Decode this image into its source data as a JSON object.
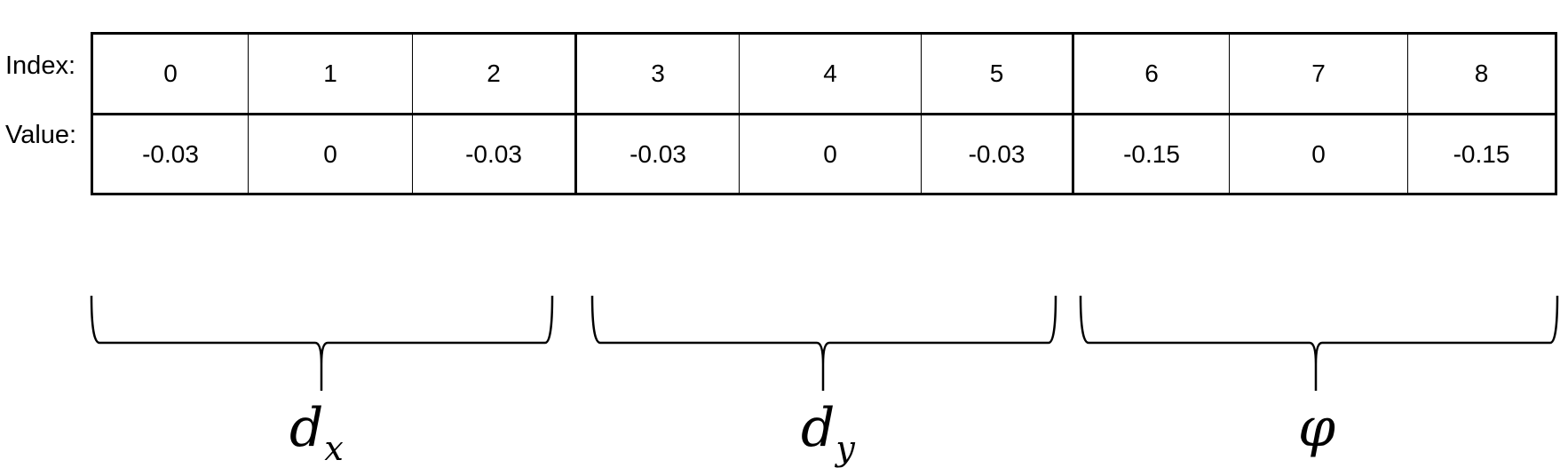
{
  "row_labels": {
    "index": "Index:",
    "value": "Value:"
  },
  "cells": [
    {
      "index": "0",
      "value": "-0.03"
    },
    {
      "index": "1",
      "value": "0"
    },
    {
      "index": "2",
      "value": "-0.03"
    },
    {
      "index": "3",
      "value": "-0.03"
    },
    {
      "index": "4",
      "value": "0"
    },
    {
      "index": "5",
      "value": "-0.03"
    },
    {
      "index": "6",
      "value": "-0.15"
    },
    {
      "index": "7",
      "value": "0"
    },
    {
      "index": "8",
      "value": "-0.15"
    }
  ],
  "groups": [
    {
      "symbol": "d",
      "subscript": "x",
      "indices": [
        0,
        1,
        2
      ]
    },
    {
      "symbol": "d",
      "subscript": "y",
      "indices": [
        3,
        4,
        5
      ]
    },
    {
      "symbol": "φ",
      "subscript": "",
      "indices": [
        6,
        7,
        8
      ]
    }
  ]
}
